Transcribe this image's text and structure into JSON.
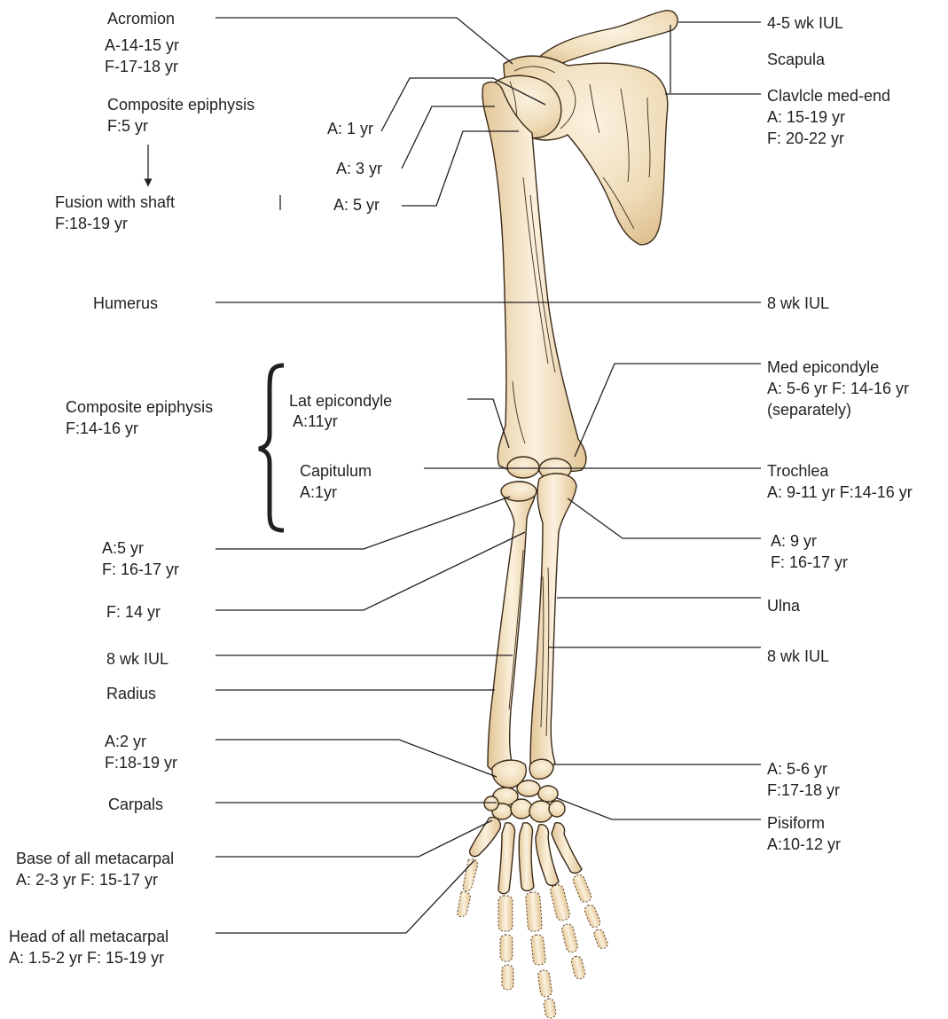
{
  "labels": {
    "acromion": "Acromion",
    "acromion_a": "A-14-15 yr",
    "acromion_f": "F-17-18 yr",
    "composite_epiphysis_top": "Composite epiphysis",
    "composite_epiphysis_top_f": "F:5 yr",
    "fusion_with_shaft": "Fusion with shaft",
    "fusion_with_shaft_f": "F:18-19 yr",
    "a_1yr": "A: 1 yr",
    "a_3yr": "A: 3 yr",
    "a_5yr": "A: 5 yr",
    "iul_4_5wk": "4-5 wk IUL",
    "scapula": "Scapula",
    "clavicle_med_end": "Clavlcle med-end",
    "clavicle_a": "A: 15-19 yr",
    "clavicle_f": "F: 20-22 yr",
    "humerus": "Humerus",
    "humerus_iul": "8 wk IUL",
    "composite_epiphysis_elbow": "Composite epiphysis",
    "composite_epiphysis_elbow_f": "F:14-16 yr",
    "lat_epicondyle": "Lat epicondyle",
    "lat_epicondyle_a": "A:11yr",
    "capitulum": "Capitulum",
    "capitulum_a": "A:1yr",
    "med_epicondyle": "Med epicondyle",
    "med_epicondyle_af": "A: 5-6 yr F: 14-16 yr",
    "med_epicondyle_note": "(separately)",
    "trochlea": "Trochlea",
    "trochlea_af": "A: 9-11 yr F:14-16 yr",
    "radius_head_a": "A:5 yr",
    "radius_head_f": "F: 16-17 yr",
    "ulna_top_a": "A: 9 yr",
    "ulna_top_f": "F: 16-17 yr",
    "f_14yr": "F: 14 yr",
    "ulna": "Ulna",
    "radius_iul": "8 wk  IUL",
    "ulna_iul": "8 wk IUL",
    "radius": "Radius",
    "radius_distal_a": "A:2 yr",
    "radius_distal_f": "F:18-19 yr",
    "ulna_distal_a": "A: 5-6 yr",
    "ulna_distal_f": "F:17-18 yr",
    "carpals": "Carpals",
    "pisiform": "Pisiform",
    "pisiform_a": "A:10-12 yr",
    "base_metacarpal": "Base of all metacarpal",
    "base_metacarpal_af": "A: 2-3 yr F: 15-17 yr",
    "head_metacarpal": "Head of all metacarpal",
    "head_metacarpal_af": "A: 1.5-2 yr F: 15-19 yr"
  },
  "colors": {
    "bone_light": "#f7ead2",
    "bone_dark": "#e2c596",
    "ink": "#231f20"
  }
}
